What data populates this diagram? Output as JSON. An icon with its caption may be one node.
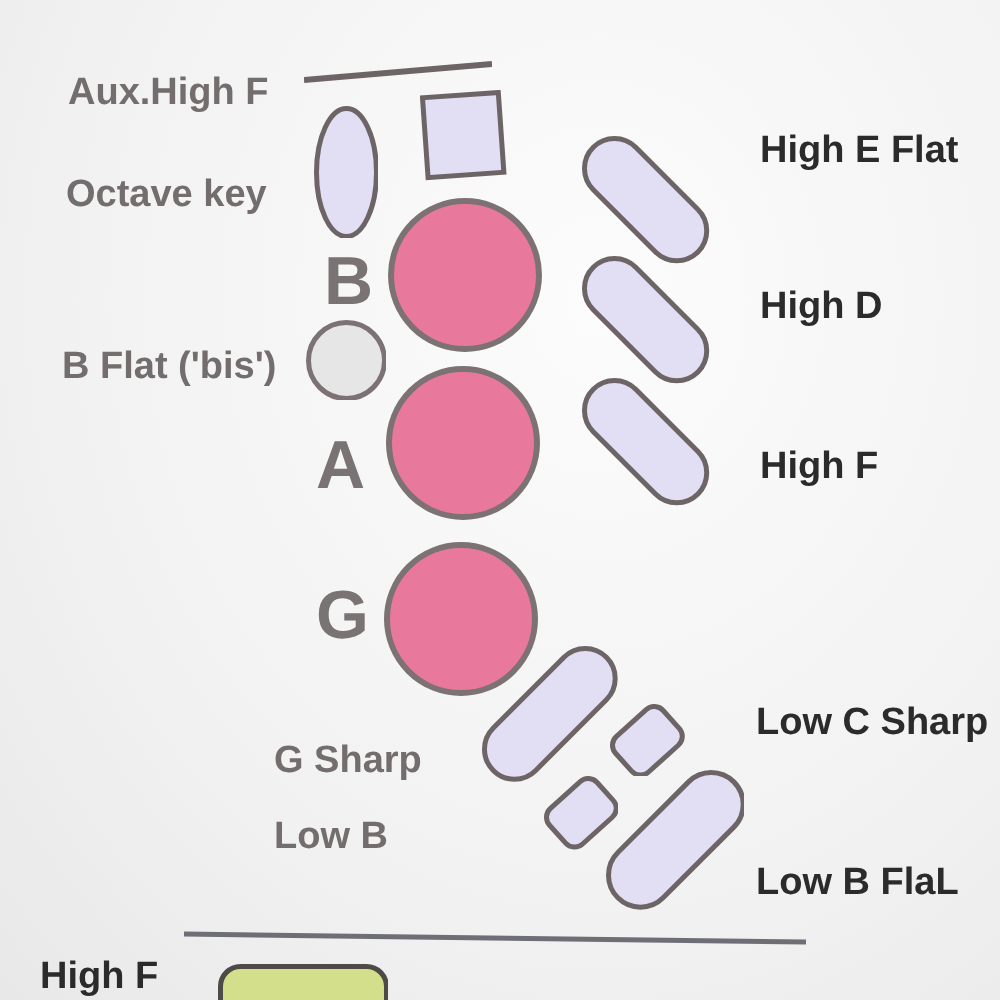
{
  "diagram": {
    "nodes": [
      {
        "text": [],
        "shape": "line",
        "beside": [
          "Aux.High F"
        ]
      },
      {
        "text": [],
        "shape": "ellipse",
        "beside": [
          "Octave key"
        ]
      },
      {
        "text": [],
        "shape": "box"
      },
      {
        "text": [],
        "shape": "bar",
        "beside": [
          "High E Flat"
        ]
      },
      {
        "text": [],
        "shape": "circle",
        "beside": [
          "B"
        ]
      },
      {
        "text": [],
        "shape": "bar",
        "beside": [
          "High D"
        ]
      },
      {
        "text": [],
        "shape": "circle",
        "beside": [
          "B Flat ('bis')"
        ]
      },
      {
        "text": [],
        "shape": "circle",
        "beside": [
          "A"
        ]
      },
      {
        "text": [],
        "shape": "bar",
        "beside": [
          "High F"
        ]
      },
      {
        "text": [],
        "shape": "circle",
        "beside": [
          "G"
        ]
      },
      {
        "text": [],
        "shape": "bar",
        "beside": [
          "G Sharp"
        ]
      },
      {
        "text": [],
        "shape": "box"
      },
      {
        "text": [],
        "shape": "box"
      },
      {
        "text": [],
        "shape": "bar",
        "beside": [
          "Low B FlaL"
        ]
      },
      {
        "text": [],
        "shape": "box",
        "beside": [
          "High F"
        ]
      }
    ],
    "labels": [
      "Low C Sharp",
      "Low B"
    ]
  }
}
